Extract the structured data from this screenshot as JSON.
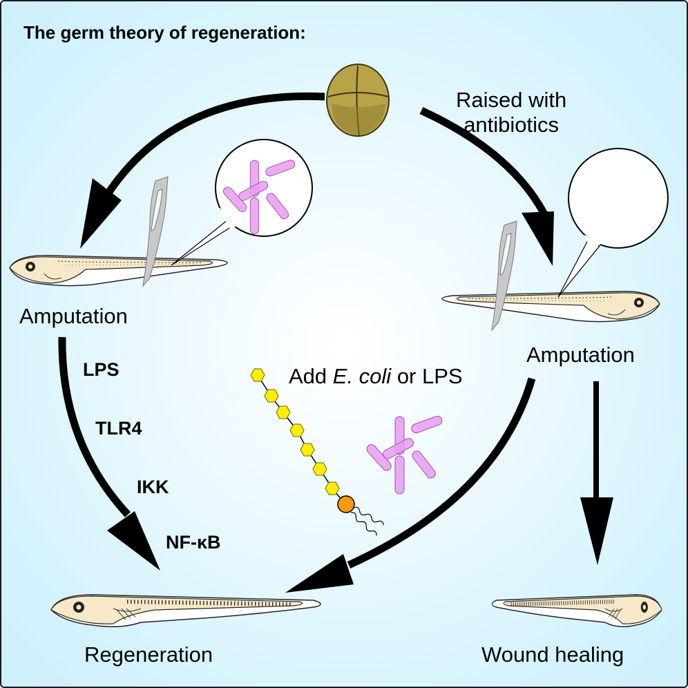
{
  "title": "The germ theory of regeneration:",
  "top": {
    "embryo_label": "4-cell embryo",
    "branch_right_label_line1": "Raised with",
    "branch_right_label_line2": "antibiotics"
  },
  "left_branch": {
    "stage_label": "Amputation",
    "bubble_content": "bacteria",
    "pathway_steps": [
      "LPS",
      "TLR4",
      "IKK",
      "NF-κB"
    ],
    "outcome_label": "Regeneration"
  },
  "right_branch": {
    "stage_label": "Amputation",
    "bubble_content": "empty",
    "rescue_label_prefix": "Add ",
    "rescue_label_italic": "E. coli",
    "rescue_label_suffix": " or LPS",
    "outcome_label": "Wound healing"
  },
  "colors": {
    "background_center": "#ffffff",
    "background_edge": "#cdf0fc",
    "border": "#1a1a1a",
    "arrow": "#000000",
    "bacteria_fill": "#e79cf0",
    "bacteria_stroke": "#a04fb0",
    "lps_sugar": "#ffee00",
    "lps_lipid": "#f79a12",
    "embryo": "#b8a347",
    "tadpole_body": "#f7e9c8",
    "scalpel": "#c8c8c8"
  }
}
